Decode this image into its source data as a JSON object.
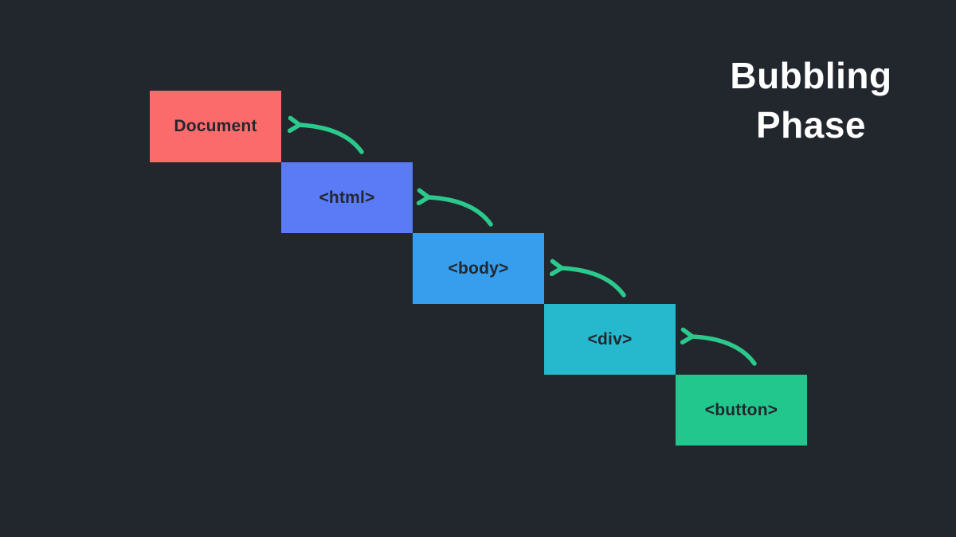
{
  "title": {
    "line1": "Bubbling",
    "line2": "Phase"
  },
  "diagram": {
    "background_color": "#22262d",
    "label_color": "#23272e",
    "title_color": "#ffffff",
    "arrow_color": "#2bc98c",
    "nodes": [
      {
        "id": "document",
        "label": "Document",
        "color": "#fc6b6b"
      },
      {
        "id": "html",
        "label": "<html>",
        "color": "#5a7bf5"
      },
      {
        "id": "body",
        "label": "<body>",
        "color": "#379ded"
      },
      {
        "id": "div",
        "label": "<div>",
        "color": "#26b8cd"
      },
      {
        "id": "button",
        "label": "<button>",
        "color": "#21c78d"
      }
    ],
    "arrows": [
      {
        "from": "html",
        "to": "document"
      },
      {
        "from": "body",
        "to": "html"
      },
      {
        "from": "div",
        "to": "body"
      },
      {
        "from": "button",
        "to": "div"
      }
    ]
  }
}
